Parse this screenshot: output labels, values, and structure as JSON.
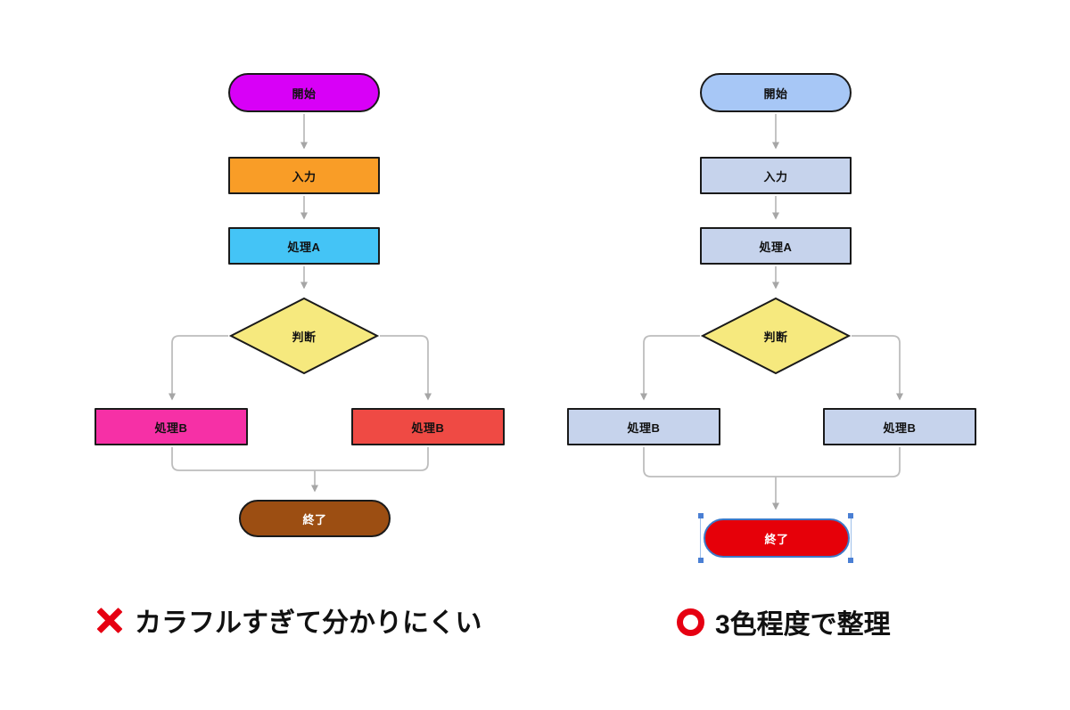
{
  "page": {
    "background": "#ffffff"
  },
  "connectors": {
    "line_color": "#bdbdbd",
    "arrow_color": "#a6a6a6"
  },
  "left_flowchart": {
    "caption": {
      "icon": "cross-mark",
      "icon_color": "#e60012",
      "text": "カラフルすぎて分かりにくい"
    },
    "nodes": {
      "start": {
        "label": "開始",
        "fill": "#d800f7",
        "text_color": "#111111"
      },
      "input": {
        "label": "入力",
        "fill": "#f99d27",
        "text_color": "#111111"
      },
      "process_a": {
        "label": "処理A",
        "fill": "#44c4f6",
        "text_color": "#111111"
      },
      "decision": {
        "label": "判断",
        "fill": "#f6e97e",
        "text_color": "#111111"
      },
      "process_b_left": {
        "label": "処理B",
        "fill": "#f630a6",
        "text_color": "#111111"
      },
      "process_b_right": {
        "label": "処理B",
        "fill": "#ef4a44",
        "text_color": "#111111"
      },
      "end": {
        "label": "終了",
        "fill": "#9c4e12",
        "text_color": "#ffffff"
      }
    }
  },
  "right_flowchart": {
    "caption": {
      "icon": "circle-mark",
      "icon_color": "#e60012",
      "text": "3色程度で整理"
    },
    "selection": {
      "outline_color": "#3c78c8",
      "handle_color": "#4a7fd4"
    },
    "nodes": {
      "start": {
        "label": "開始",
        "fill": "#a7c7f6",
        "text_color": "#111111"
      },
      "input": {
        "label": "入力",
        "fill": "#c6d3ec",
        "text_color": "#111111"
      },
      "process_a": {
        "label": "処理A",
        "fill": "#c6d3ec",
        "text_color": "#111111"
      },
      "decision": {
        "label": "判断",
        "fill": "#f6e97e",
        "text_color": "#111111"
      },
      "process_b_left": {
        "label": "処理B",
        "fill": "#c6d3ec",
        "text_color": "#111111"
      },
      "process_b_right": {
        "label": "処理B",
        "fill": "#c6d3ec",
        "text_color": "#111111"
      },
      "end": {
        "label": "終了",
        "fill": "#e60009",
        "text_color": "#ffffff"
      }
    }
  }
}
